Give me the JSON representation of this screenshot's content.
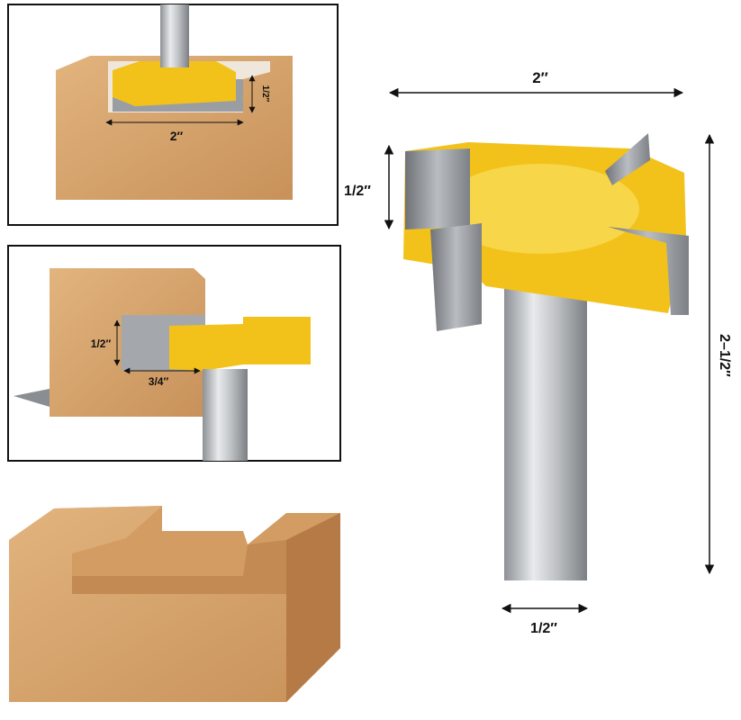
{
  "panels": {
    "top_inset": {
      "width_label": "2″",
      "depth_label": "1/2″"
    },
    "middle_inset": {
      "height_label": "1/2″",
      "depth_label": "3/4″"
    }
  },
  "main_bit": {
    "cutting_diameter_label": "2″",
    "cutting_height_label": "1/2″",
    "overall_length_label": "2–1/2″",
    "shank_diameter_label": "1/2″"
  },
  "colors": {
    "yellow": "#f2c21b",
    "wood": "#d9a770",
    "steel": "#b8bcc0",
    "carbide": "#8e9296"
  }
}
